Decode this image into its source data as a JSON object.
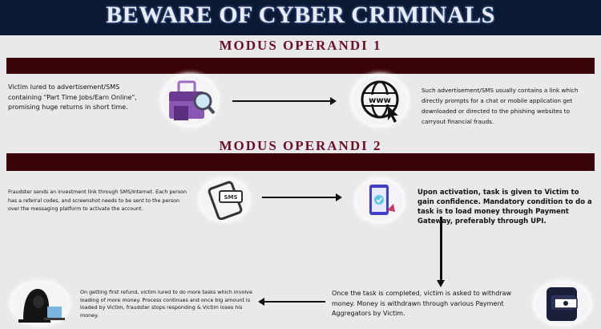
{
  "header": {
    "title": "BEWARE OF CYBER CRIMINALS"
  },
  "section1": {
    "title": "MODUS OPERANDI 1",
    "left_text": "Victim lured to advertisement/SMS containing \"Part Time Jobs/Earn Online\", promising huge returns in short time.",
    "right_text": "Such advertisement/SMS usually contains a link which directly prompts for a chat or mobile application get downloaded or directed to the phishing websites to carryout financial frauds.",
    "icons": {
      "left": "briefcase-magnifier-icon",
      "right": "www-globe-cursor-icon"
    }
  },
  "section2": {
    "title": "MODUS OPERANDI 2",
    "step1_text": "Fraudster sends an investment link through SMS/Internet. Each person has a referral codes, and screenshot needs to be sent to the person over the messaging platform to activate the account.",
    "step2_text": "Upon activation, task is given to Victim to gain confidence. Mandatory condition to do a task is to load money through Payment Gateway, preferably through UPI.",
    "step3_text": "Once the task is completed, victim is asked to withdraw money. Money is withdrawn through various Payment Aggregators by Victim.",
    "step4_text": "On getting first refund, victim lured to do more tasks which involve loading of more money. Process continues and once big amount is loaded by Victim, fraudster stops responding & Victim loses his money.",
    "icons": {
      "step1": "sms-phone-icon",
      "step2": "tablet-checkmark-icon",
      "step3": "mobile-money-icon",
      "step4": "hooded-hacker-icon"
    }
  },
  "colors": {
    "banner": "#0b1a33",
    "bar": "#3a0308",
    "section_title": "#6a0f24",
    "background": "#e9e9ec"
  }
}
